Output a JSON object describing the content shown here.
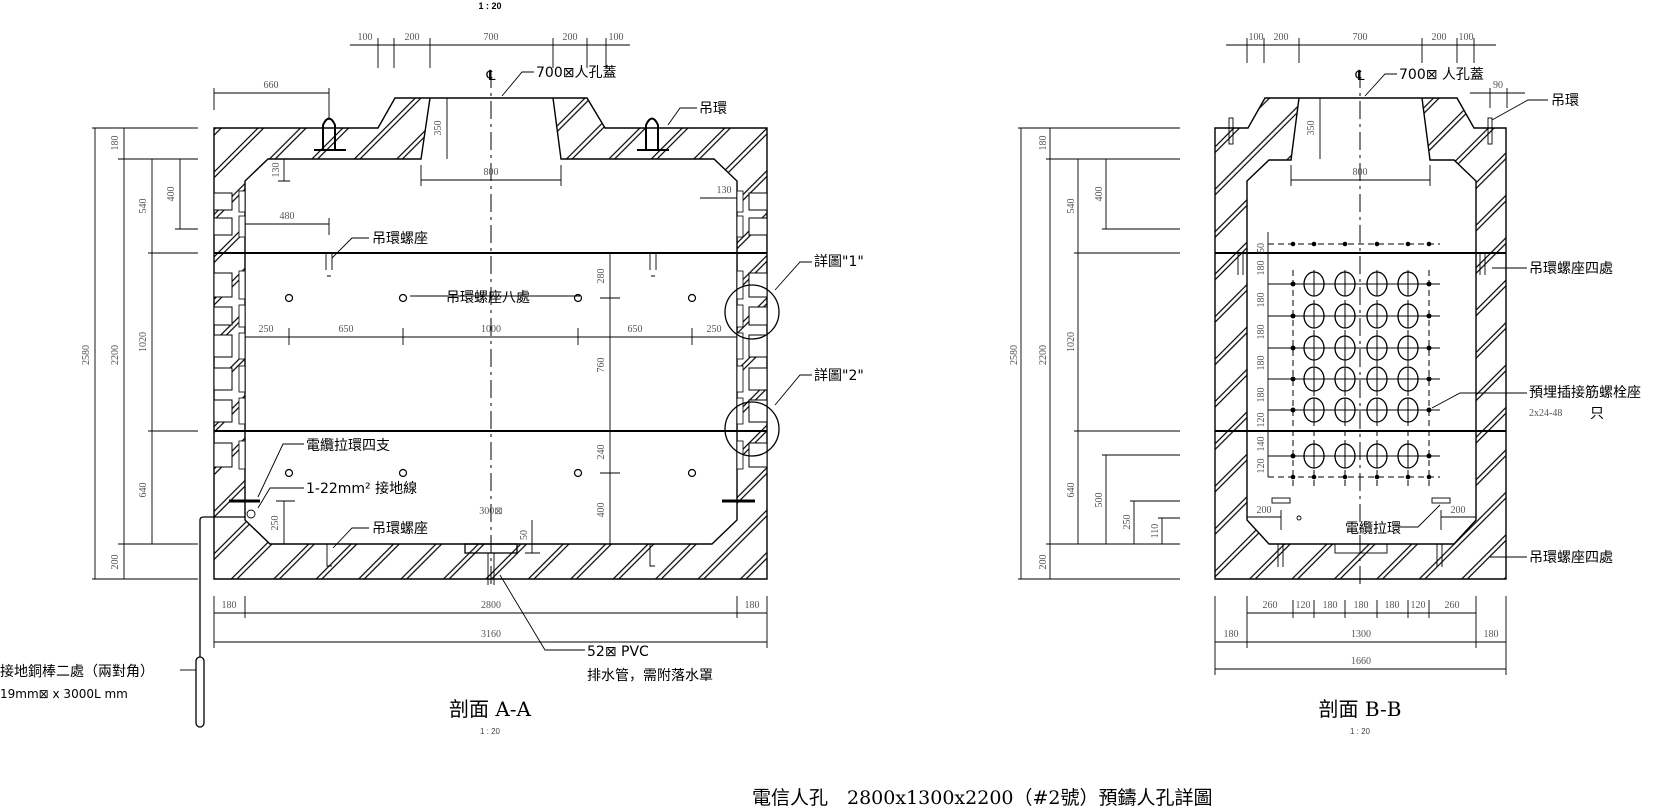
{
  "top_scale": "1 : 20",
  "drawing_title": "電信人孔　2800x1300x2200（#2號）預鑄人孔詳圖",
  "section_aa": {
    "title": "剖面 A-A",
    "scale": "1 : 20",
    "centerline": "℄",
    "labels": {
      "cover": "700⊠人孔蓋",
      "lifting_ring": "吊環",
      "lifting_seat": "吊環螺座",
      "lifting_seat_eight": "吊環螺座八處",
      "detail1": "詳圖\"1\"",
      "detail2": "詳圖\"2\"",
      "cable_ring": "電纜拉環四支",
      "ground_wire": "1-22mm² 接地線",
      "lifting_seat_bottom": "吊環螺座",
      "drain_size": "300⊠",
      "drain_pipe": "52⊠  PVC",
      "drain_note": "排水管，需附落水罩",
      "ground_rod": "接地銅棒二處（兩對角）",
      "ground_rod_size": "19mm⊠ x 3000L mm"
    },
    "dims": [
      "100",
      "200",
      "700",
      "200",
      "100",
      "660",
      "350",
      "800",
      "130",
      "480",
      "130",
      "280",
      "250",
      "650",
      "1000",
      "650",
      "250",
      "760",
      "240",
      "400",
      "250",
      "50",
      "180",
      "2580",
      "2200",
      "540",
      "400",
      "1020",
      "640",
      "200",
      "180",
      "2800",
      "180",
      "3160"
    ]
  },
  "section_bb": {
    "title": "剖面 B-B",
    "scale": "1 : 20",
    "centerline": "℄",
    "labels": {
      "cover": "700⊠ 人孔蓋",
      "lifting_ring": "吊環",
      "lifting_seat_top": "吊環螺座四處",
      "anchor": "預埋插接筋螺栓座",
      "anchor_spec": "2x24-48",
      "anchor_unit": "只",
      "cable_ring": "電纜拉環",
      "lifting_seat_bottom": "吊環螺座四處"
    },
    "dims": [
      "100",
      "200",
      "700",
      "200",
      "100",
      "90",
      "350",
      "800",
      "180",
      "2580",
      "2200",
      "540",
      "400",
      "1020",
      "640",
      "500",
      "250",
      "110",
      "200",
      "50",
      "180",
      "180",
      "180",
      "180",
      "180",
      "120",
      "140",
      "120",
      "200",
      "200",
      "260",
      "120",
      "180",
      "180",
      "180",
      "120",
      "260",
      "180",
      "1300",
      "180",
      "1660"
    ]
  }
}
